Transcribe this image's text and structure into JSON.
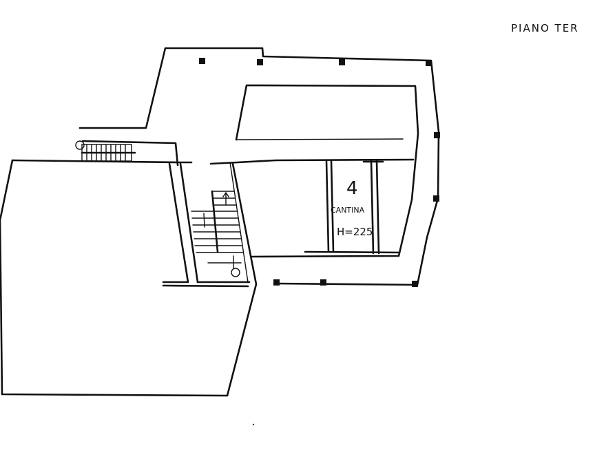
{
  "header": {
    "floor_label": "PIANO  TER"
  },
  "room": {
    "number": "4",
    "name": "CANTINA",
    "height": "H=225"
  }
}
